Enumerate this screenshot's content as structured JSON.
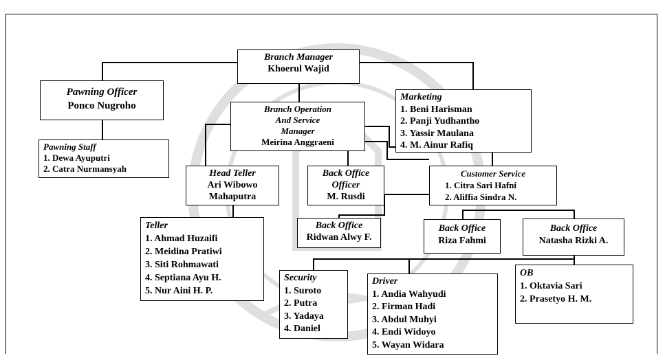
{
  "nodes": {
    "branch_manager": {
      "title": "Branch Manager",
      "name": "Khoerul Wajid"
    },
    "pawning_officer": {
      "title": "Pawning Officer",
      "name": "Ponco Nugroho"
    },
    "pawning_staff": {
      "title": "Pawning Staff",
      "members": [
        "1. Dewa Ayuputri",
        "2. Catra Nurmansyah"
      ]
    },
    "bos_manager": {
      "title_lines": [
        "Branch Operation",
        "And Service",
        "Manager"
      ],
      "name": "Meirina Anggraeni"
    },
    "marketing": {
      "title": "Marketing",
      "members": [
        "1. Beni Harisman",
        "2. Panji Yudhantho",
        "3. Yassir Maulana",
        "4. M. Ainur Rafiq"
      ]
    },
    "head_teller": {
      "title": "Head Teller",
      "name_lines": [
        "Ari Wibowo",
        "Mahaputra"
      ]
    },
    "back_office_officer": {
      "title_lines": [
        "Back Office",
        "Officer"
      ],
      "name": "M. Rusdi"
    },
    "customer_service": {
      "title": "Customer Service",
      "members": [
        "1. Citra Sari Hafni",
        "2. Aliffia Sindra N."
      ]
    },
    "teller": {
      "title": "Teller",
      "members": [
        "1. Ahmad Huzaifi",
        "2. Meidina Pratiwi",
        "3. Siti Rohmawati",
        "4. Septiana Ayu H.",
        "5. Nur Aini H. P."
      ]
    },
    "back_office_ridwan": {
      "title": "Back Office",
      "name": "Ridwan Alwy F."
    },
    "back_office_riza": {
      "title": "Back Office",
      "name": "Riza Fahmi"
    },
    "back_office_natasha": {
      "title": "Back Office",
      "name": "Natasha Rizki A."
    },
    "security": {
      "title": "Security",
      "members": [
        "1. Suroto",
        "2. Putra",
        "3. Yadaya",
        "4. Daniel"
      ]
    },
    "driver": {
      "title": "Driver",
      "members": [
        "1. Andia Wahyudi",
        "2. Firman Hadi",
        "3. Abdul Muhyi",
        "4. Endi Widoyo",
        "5. Wayan Widara"
      ]
    },
    "ob": {
      "title": "OB",
      "members": [
        "1. Oktavia Sari",
        "2. Prasetyo H. M."
      ]
    }
  }
}
